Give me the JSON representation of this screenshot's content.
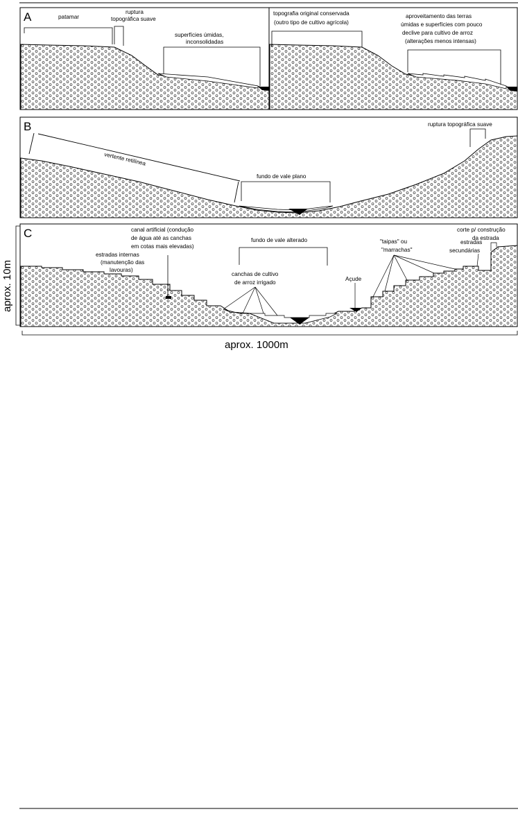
{
  "panels": {
    "a": {
      "letter": "A",
      "left": {
        "patamar": "patamar",
        "ruptura": [
          "ruptura",
          "topográfica suave"
        ],
        "umidas": [
          "superfícies úmidas,",
          "inconsolidadas"
        ]
      },
      "right": {
        "topografia": [
          "topografia original conservada",
          "(outro tipo de cultivo agrícola)"
        ],
        "aproveitamento": [
          "aproveitamento das terras",
          "úmidas e superfícies com pouco",
          "declive para cultivo de arroz",
          "(alterações menos intensas)"
        ]
      }
    },
    "b": {
      "letter": "B",
      "vertente": "vertente retilínea",
      "fundo": "fundo de vale plano",
      "ruptura": "ruptura topográfica suave"
    },
    "c": {
      "letter": "C",
      "canal": [
        "canal artificial (condução",
        "de água até as canchas",
        "em cotas mais elevadas)"
      ],
      "estradas_internas": [
        "estradas internas",
        "(manutenção das",
        "lavouras)"
      ],
      "fundo": "fundo de vale alterado",
      "canchas": [
        "canchas de cultivo",
        "de arroz irrigado"
      ],
      "taipas": [
        "\"taipas\" ou",
        "\"marrachas\""
      ],
      "acude": "Açude",
      "estradas_secundarias": [
        "estradas",
        "secundárias"
      ],
      "corte": [
        "corte p/ construção",
        "da estrada"
      ]
    }
  },
  "scale": {
    "vertical": "aprox. 10m",
    "horizontal": "aprox. 1000m"
  }
}
